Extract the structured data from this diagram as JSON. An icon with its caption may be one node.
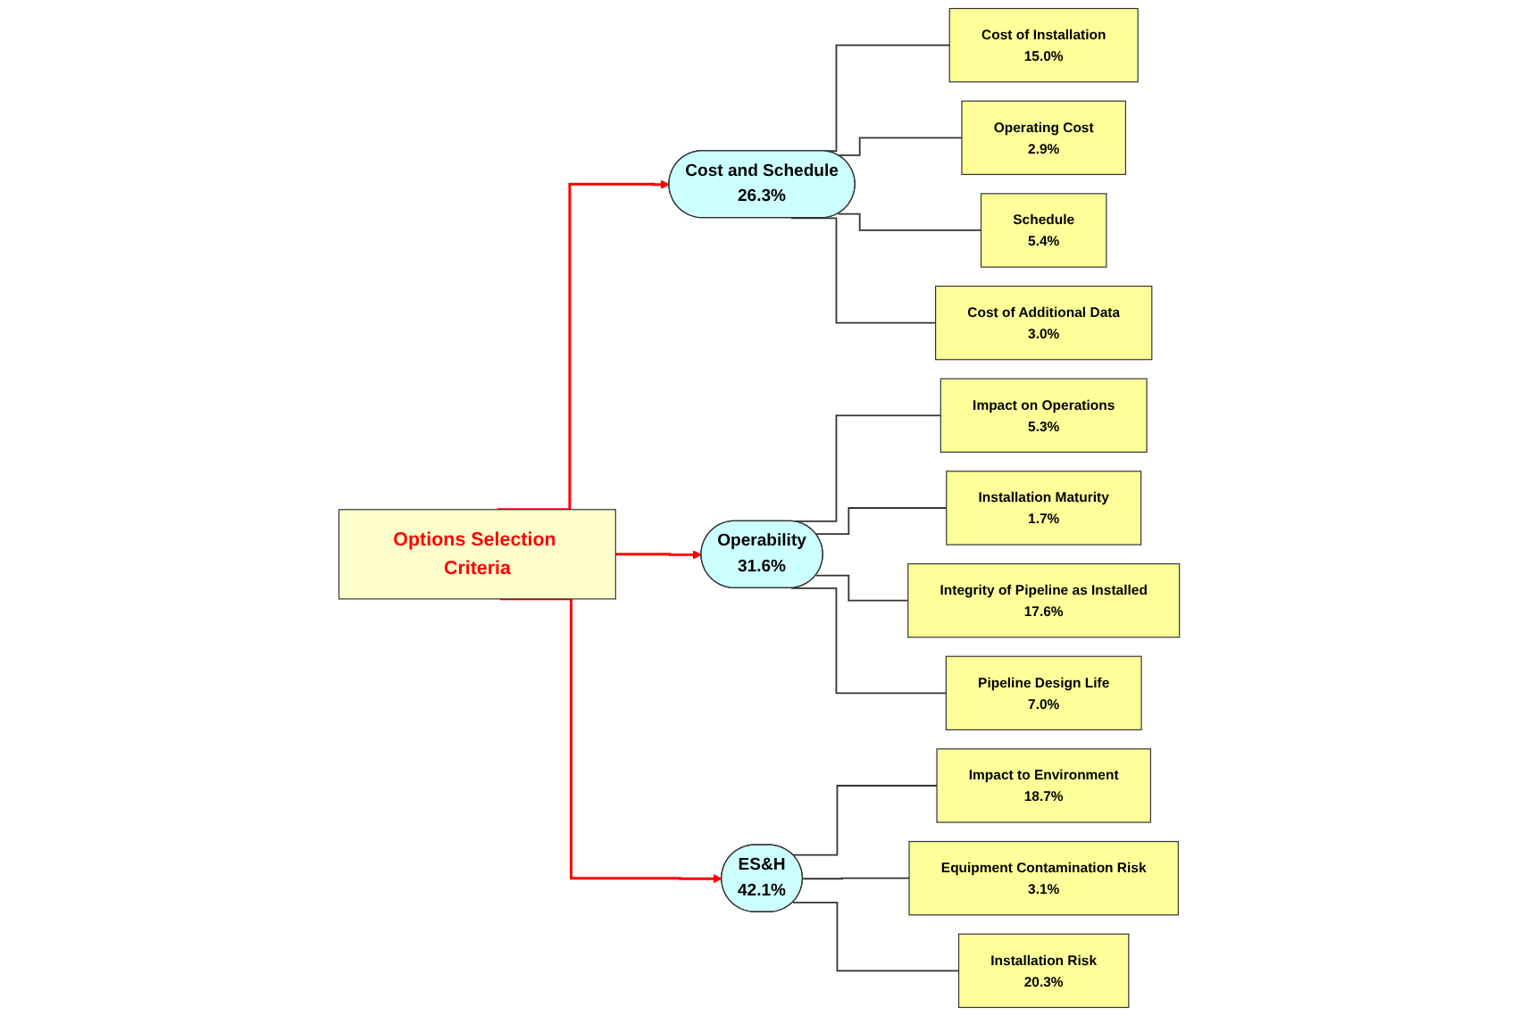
{
  "diagram": {
    "nodes": [
      {
        "text": [
          "Options Selection Criteria"
        ]
      },
      {
        "text": [
          "Cost and Schedule",
          "26.3%"
        ]
      },
      {
        "text": [
          "Operability",
          "31.6%"
        ]
      },
      {
        "text": [
          "ES&H",
          "42.1%"
        ]
      },
      {
        "text": [
          "Cost of Installation",
          "15.0%"
        ]
      },
      {
        "text": [
          "Operating Cost",
          "2.9%"
        ]
      },
      {
        "text": [
          "Schedule",
          "5.4%"
        ]
      },
      {
        "text": [
          "Cost of Additional Data",
          "3.0%"
        ]
      },
      {
        "text": [
          "Impact on Operations",
          "5.3%"
        ]
      },
      {
        "text": [
          "Installation Maturity",
          "1.7%"
        ]
      },
      {
        "text": [
          "Integrity of Pipeline as Installed",
          "17.6%"
        ]
      },
      {
        "text": [
          "Pipeline Design Life",
          "7.0%"
        ]
      },
      {
        "text": [
          "Impact to Environment",
          "18.7%"
        ]
      },
      {
        "text": [
          "Equipment Contamination Risk",
          "3.1%"
        ]
      },
      {
        "text": [
          "Installation Risk",
          "20.3%"
        ]
      }
    ],
    "edges": [
      {
        "from": 0,
        "to": 1,
        "arrow": "to",
        "color": "#ff0000"
      },
      {
        "from": 0,
        "to": 2,
        "arrow": "to",
        "color": "#ff0000"
      },
      {
        "from": 0,
        "to": 3,
        "arrow": "to",
        "color": "#ff0000"
      },
      {
        "from": 1,
        "to": 4,
        "arrow": "none"
      },
      {
        "from": 1,
        "to": 5,
        "arrow": "none"
      },
      {
        "from": 1,
        "to": 6,
        "arrow": "none"
      },
      {
        "from": 1,
        "to": 7,
        "arrow": "none"
      },
      {
        "from": 2,
        "to": 8,
        "arrow": "none"
      },
      {
        "from": 2,
        "to": 9,
        "arrow": "none"
      },
      {
        "from": 2,
        "to": 10,
        "arrow": "none"
      },
      {
        "from": 2,
        "to": 11,
        "arrow": "none"
      },
      {
        "from": 3,
        "to": 12,
        "arrow": "none"
      },
      {
        "from": 3,
        "to": 13,
        "arrow": "none"
      },
      {
        "from": 3,
        "to": 14,
        "arrow": "none"
      }
    ]
  }
}
